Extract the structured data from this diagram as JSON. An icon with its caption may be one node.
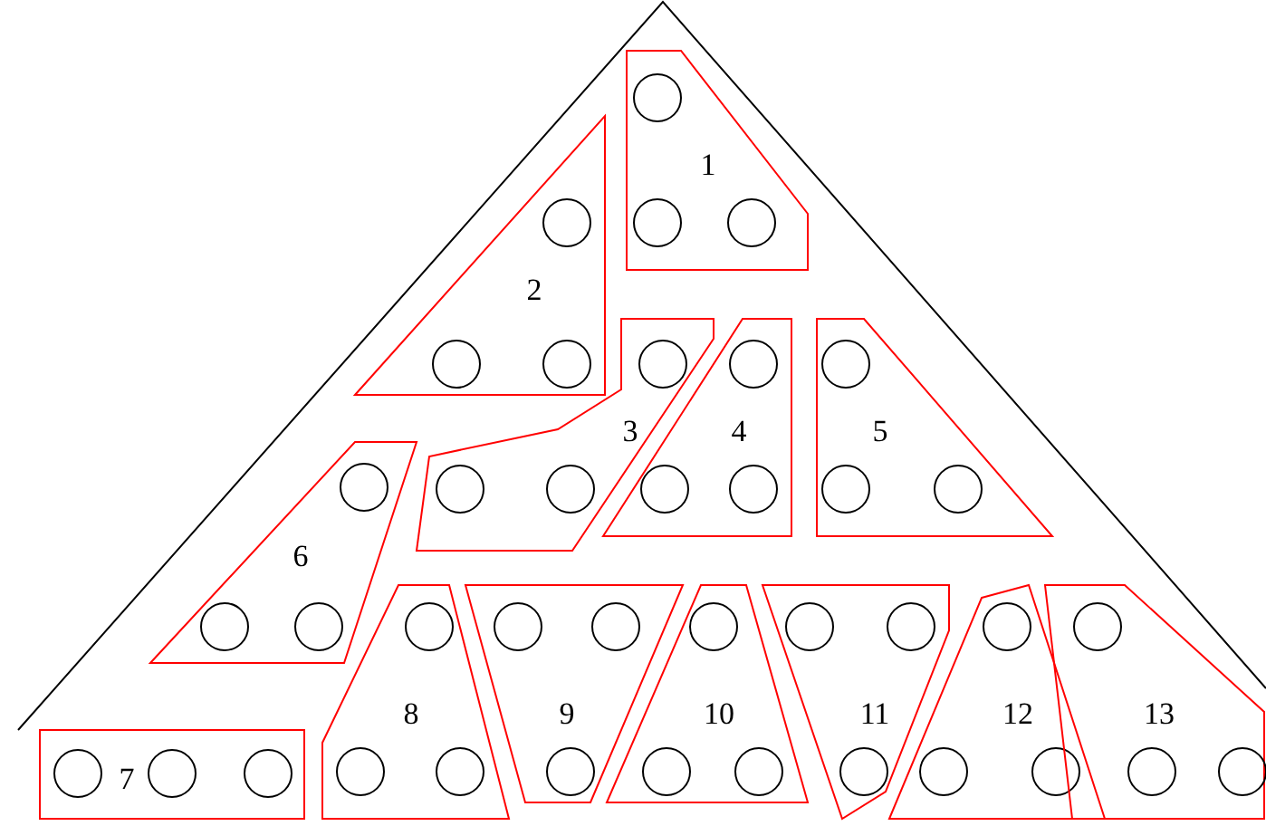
{
  "diagram": {
    "nodes": [
      {
        "text": [
          "1"
        ]
      },
      {
        "text": [
          "2"
        ]
      },
      {
        "text": [
          "3"
        ]
      },
      {
        "text": [
          "4"
        ]
      },
      {
        "text": [
          "5"
        ]
      },
      {
        "text": [
          "6"
        ]
      },
      {
        "text": [
          "7"
        ]
      },
      {
        "text": [
          "8"
        ]
      },
      {
        "text": [
          "9"
        ]
      },
      {
        "text": [
          "10"
        ]
      },
      {
        "text": [
          "11"
        ]
      },
      {
        "text": [
          "12"
        ]
      },
      {
        "text": [
          "13"
        ]
      }
    ]
  }
}
